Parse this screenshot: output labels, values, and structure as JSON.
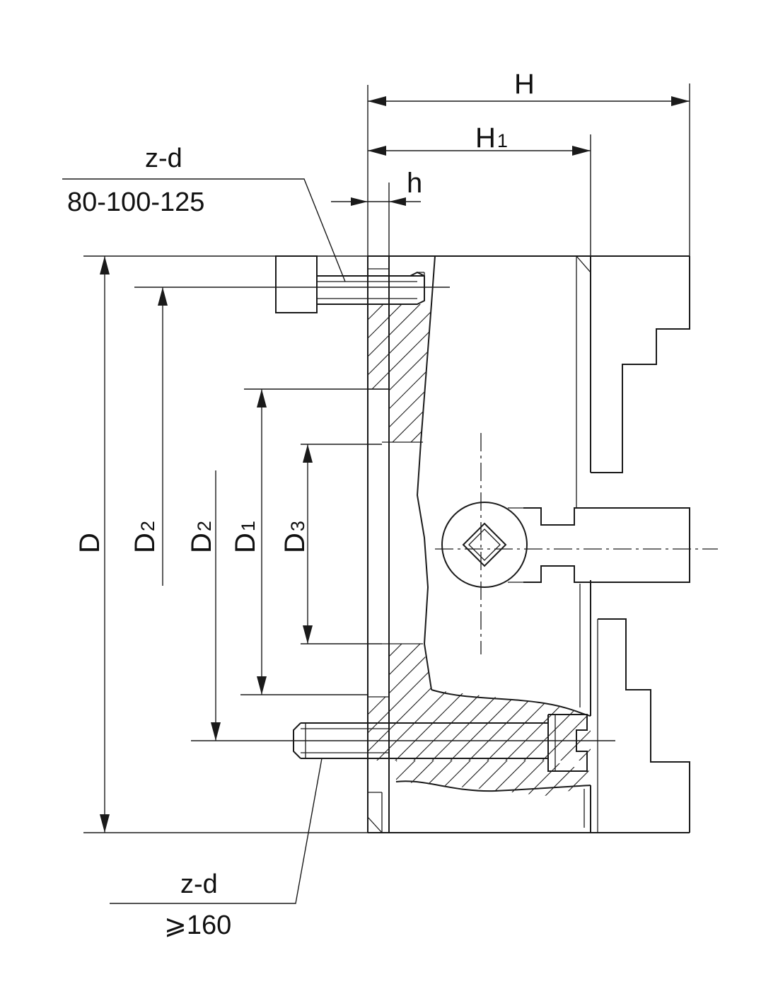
{
  "labels": {
    "H": "H",
    "H1_main": "H",
    "H1_sub": "1",
    "h": "h",
    "D": "D",
    "D2_left_main": "D",
    "D2_left_sub": "2",
    "D2_right_main": "D",
    "D2_right_sub": "2",
    "D1_main": "D",
    "D1_sub": "1",
    "D3_main": "D",
    "D3_sub": "3"
  },
  "notes": {
    "top": {
      "title": "z-d",
      "value": "80-100-125"
    },
    "bottom": {
      "title": "z-d",
      "value": "⩾160"
    }
  },
  "colors": {
    "line": "#1a1a1a",
    "background": "#ffffff"
  }
}
